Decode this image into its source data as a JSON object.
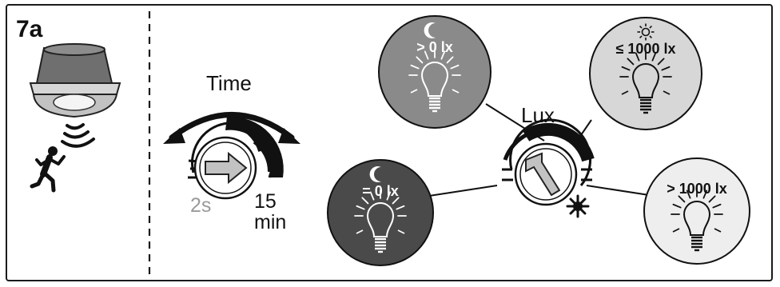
{
  "figure": {
    "step_label": "7a"
  },
  "time_knob": {
    "title": "Time",
    "min_label": "2s",
    "max_value": "15",
    "max_unit": "min"
  },
  "lux_knob": {
    "title": "Lux",
    "night_symbol": "moon-icon",
    "day_symbol": "sun-icon"
  },
  "bulbs": [
    {
      "id": "zero",
      "label": "= 0 lx",
      "icon": "moon-icon",
      "tone": "#4a4a4a",
      "text_color": "#ffffff"
    },
    {
      "id": "gt0",
      "label": "> 0 lx",
      "icon": "moon-icon",
      "tone": "#8a8a8a",
      "text_color": "#ffffff"
    },
    {
      "id": "le1000",
      "label": "≤ 1000 lx",
      "icon": "sun-icon",
      "tone": "#d7d7d7",
      "text_color": "#111111"
    },
    {
      "id": "gt1000",
      "label": "> 1000 lx",
      "icon": "",
      "tone": "#eeeeee",
      "text_color": "#111111"
    }
  ],
  "colors": {
    "frame": "#1a1a1a",
    "knob_face": "#ffffff",
    "muted_label": "#9a9a9a"
  }
}
